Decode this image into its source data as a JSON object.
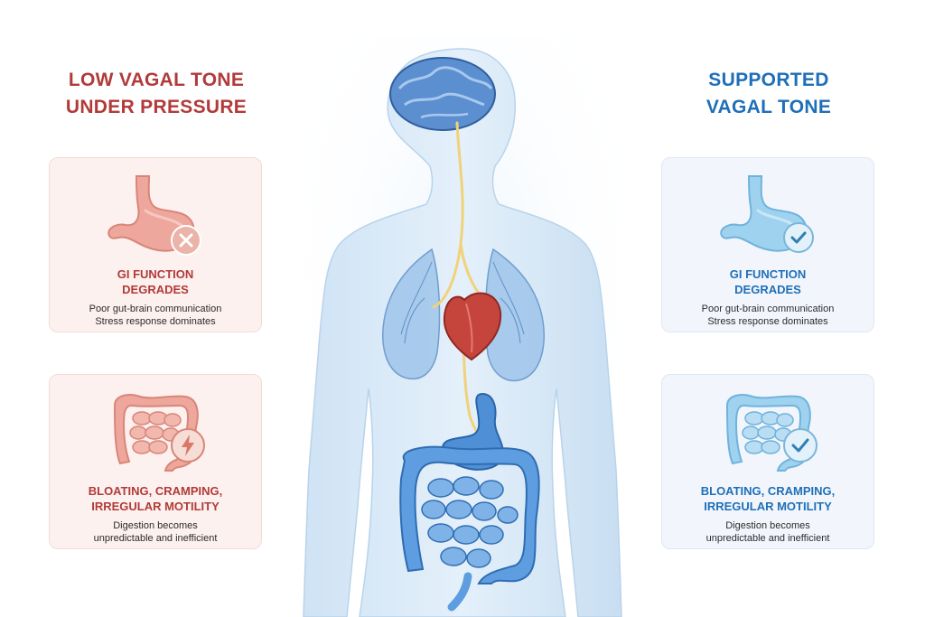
{
  "left": {
    "heading": [
      "LOW VAGAL TONE",
      "UNDER PRESSURE"
    ],
    "color": "#b23a3a",
    "cards": [
      {
        "title": [
          "GI FUNCTION",
          "DEGRADES"
        ],
        "desc": [
          "Poor gut-brain communication",
          "Stress response dominates"
        ],
        "icon": "x-icon"
      },
      {
        "title": [
          "BLOATING, CRAMPING,",
          "IRREGULAR MOTILITY"
        ],
        "desc": [
          "Digestion becomes",
          "unpredictable and inefficient"
        ],
        "icon": "lightning-icon"
      }
    ]
  },
  "right": {
    "heading": [
      "SUPPORTED",
      "VAGAL TONE"
    ],
    "color": "#1f6fb8",
    "cards": [
      {
        "title": [
          "GI FUNCTION",
          "DEGRADES"
        ],
        "desc": [
          "Poor gut-brain communication",
          "Stress response dominates"
        ],
        "icon": "check-icon"
      },
      {
        "title": [
          "BLOATING, CRAMPING,",
          "IRREGULAR MOTILITY"
        ],
        "desc": [
          "Digestion becomes",
          "unpredictable and inefficient"
        ],
        "icon": "check-icon"
      }
    ]
  }
}
